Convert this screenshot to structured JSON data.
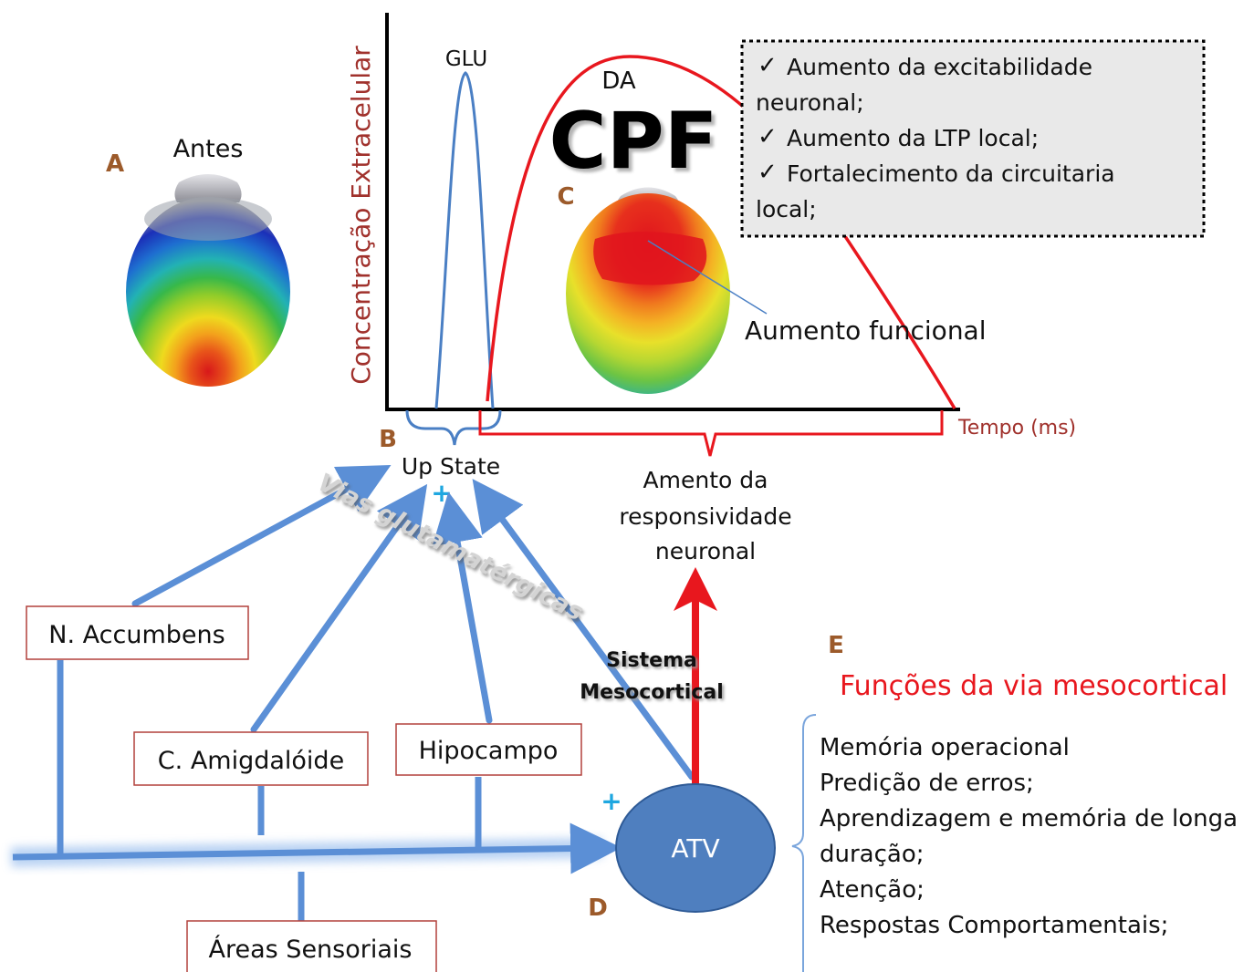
{
  "colors": {
    "accent_blue": "#5b8fd6",
    "glu_line": "#4a7fc4",
    "da_line": "#e8171e",
    "axis_label": "#a0312c",
    "letter": "#9c5a2a",
    "box_border": "#b2413c",
    "atv_fill": "#4f7fbf",
    "functions_title": "#e8171e"
  },
  "labels": {
    "letter_a": "A",
    "letter_b": "B",
    "letter_c": "C",
    "letter_d": "D",
    "letter_e": "E",
    "antes": "Antes",
    "y_axis": "Concentração Extracelular",
    "x_axis": "Tempo (ms)",
    "glu": "GLU",
    "da": "DA",
    "cpf": "CPF",
    "up_state": "Up State",
    "plus": "+",
    "vias": "Vias glutamatérgicas",
    "aumento_funcional": "Aumento funcional",
    "amento_line1": "Amento da",
    "amento_line2": "responsividade",
    "amento_line3": "neuronal",
    "sistema_line1": "Sistema",
    "sistema_line2": "Mesocortical",
    "atv": "ATV",
    "functions_title": "Funções da via mesocortical",
    "check": "✓"
  },
  "effects_box": {
    "lines": [
      "Aumento da excitabilidade",
      "neuronal;",
      "Aumento da LTP local;",
      "Fortalecimento da circuitaria",
      "local;"
    ]
  },
  "sources": {
    "accumbens": "N. Accumbens",
    "amigdaloide": "C. Amigdalóide",
    "hipocampo": "Hipocampo",
    "sensoriais": "Áreas Sensoriais"
  },
  "functions": [
    "Memória operacional",
    "Predição de erros;",
    "Aprendizagem e memória de longa",
    "duração;",
    "Atenção;",
    "Respostas Comportamentais;"
  ],
  "brain_maps": {
    "antes_icon": "brain-topography-map-before",
    "cpf_icon": "brain-topography-map-cpf"
  }
}
